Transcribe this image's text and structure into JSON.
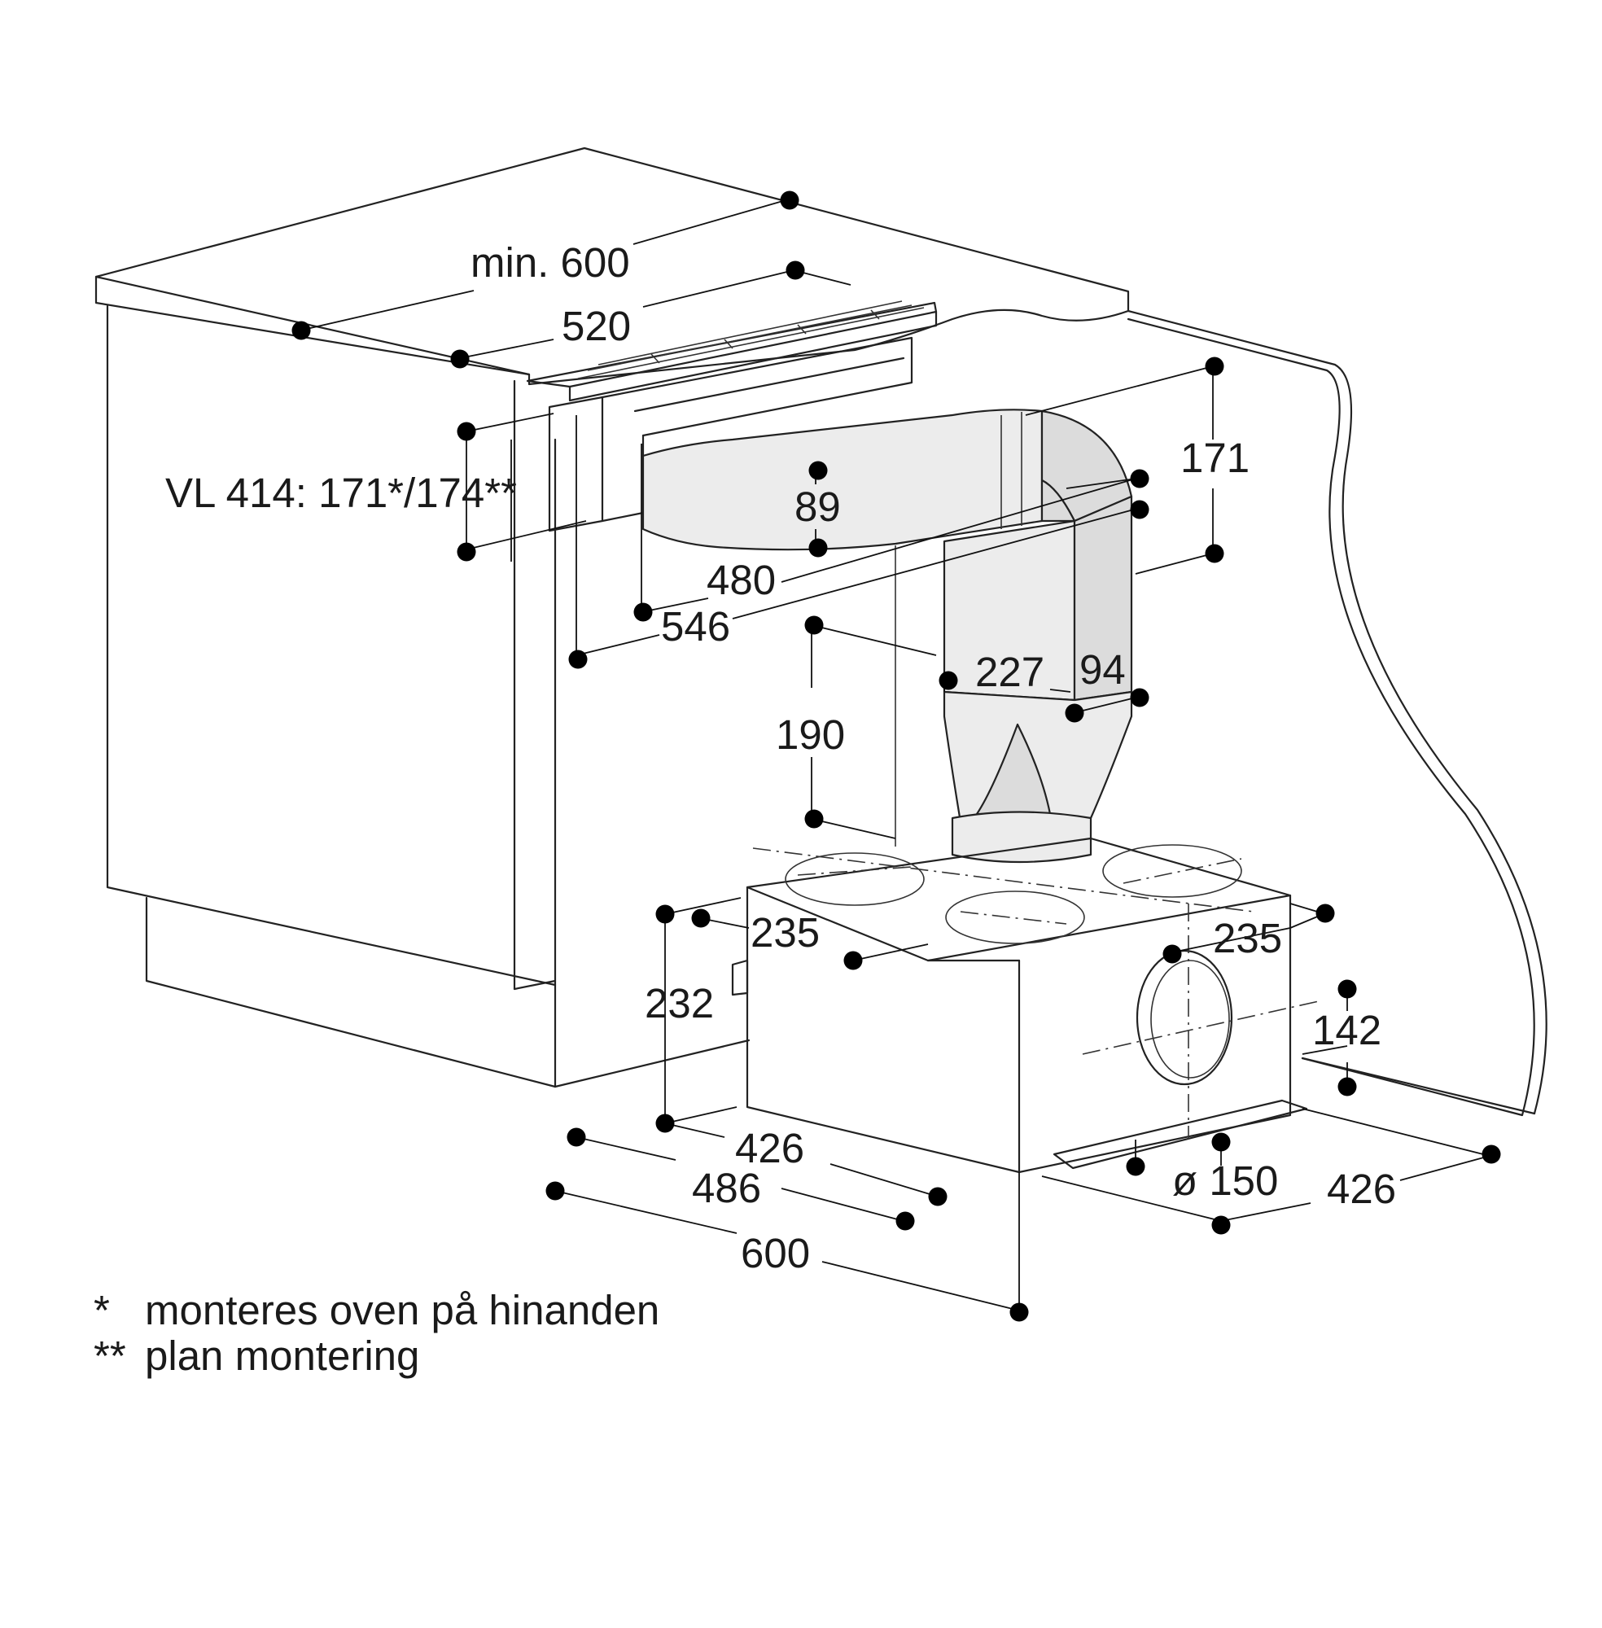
{
  "dimensions": {
    "counter_depth": "min. 600",
    "hood_width": "520",
    "vl414_height": "VL 414: 171*/174**",
    "duct_height": "89",
    "duct_width": "480",
    "duct_total": "546",
    "elbow_height": "171",
    "elbow_depth": "227",
    "elbow_width": "94",
    "pipe_height": "190",
    "box_offset_left": "235",
    "box_offset_right": "235",
    "box_height": "232",
    "box_outlet_height": "142",
    "box_width_inner": "426",
    "box_width_outer": "486",
    "cabinet_width": "600",
    "outlet_diameter": "ø 150",
    "box_depth": "426"
  },
  "notes": [
    {
      "marker": "*",
      "text": "monteres oven på hinanden"
    },
    {
      "marker": "**",
      "text": "plan montering"
    }
  ]
}
